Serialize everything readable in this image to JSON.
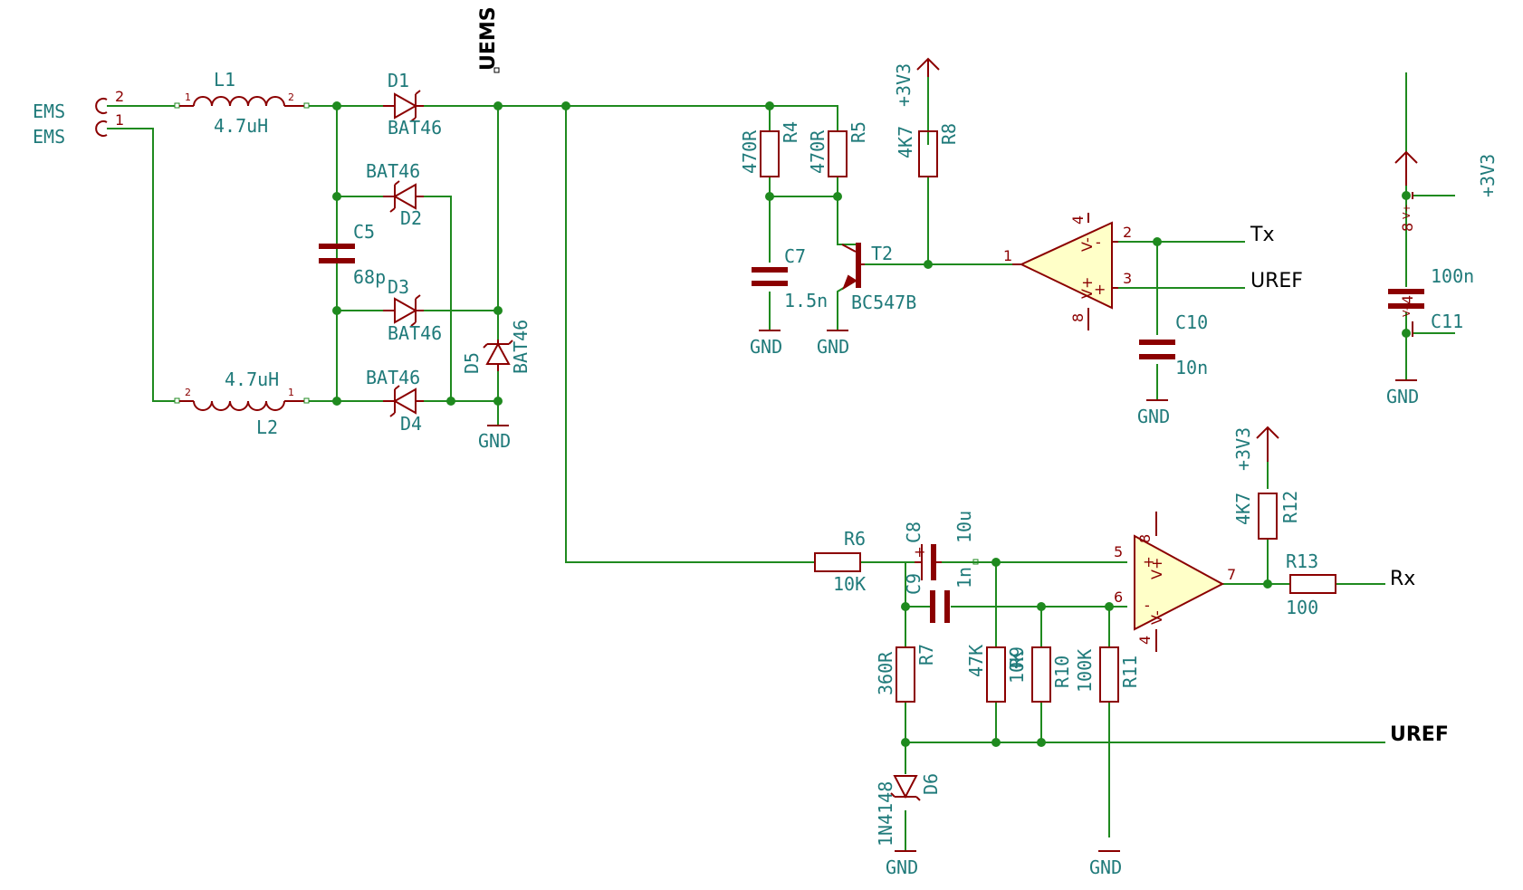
{
  "connector": {
    "net": "EMS",
    "pin2": "2",
    "pin1": "1"
  },
  "L1": {
    "ref": "L1",
    "value": "4.7uH",
    "p1": "1",
    "p2": "2"
  },
  "L2": {
    "ref": "L2",
    "value": "4.7uH",
    "p1": "2",
    "p2": "1"
  },
  "D1": {
    "ref": "D1",
    "value": "BAT46"
  },
  "D2": {
    "ref": "D2",
    "value": "BAT46"
  },
  "D3": {
    "ref": "D3",
    "value": "BAT46"
  },
  "D4": {
    "ref": "D4",
    "value": "BAT46"
  },
  "D5": {
    "ref": "D5",
    "value": "BAT46"
  },
  "D6": {
    "ref": "D6",
    "value": "1N4148"
  },
  "C5": {
    "ref": "C5",
    "value": "68p"
  },
  "C7": {
    "ref": "C7",
    "value": "1.5n"
  },
  "C8": {
    "ref": "C8",
    "value": "10u"
  },
  "C9": {
    "ref": "C9",
    "value": "1n"
  },
  "C10": {
    "ref": "C10",
    "value": "10n"
  },
  "C11": {
    "ref": "C11",
    "value": "100n"
  },
  "R4": {
    "ref": "R4",
    "value": "470R"
  },
  "R5": {
    "ref": "R5",
    "value": "470R"
  },
  "R6": {
    "ref": "R6",
    "value": "10K"
  },
  "R7": {
    "ref": "R7",
    "value": "360R"
  },
  "R8": {
    "ref": "R8",
    "value": "4K7"
  },
  "R9": {
    "ref": "R9",
    "value": "47K"
  },
  "R10": {
    "ref": "R10",
    "value": "10K"
  },
  "R11": {
    "ref": "R11",
    "value": "100K"
  },
  "R12": {
    "ref": "R12",
    "value": "4K7"
  },
  "R13": {
    "ref": "R13",
    "value": "100"
  },
  "T2": {
    "ref": "T2",
    "value": "BC547B"
  },
  "U1": {
    "pin1": "1",
    "pin2": "2",
    "pin3": "3",
    "pin4": "4",
    "pin8": "8",
    "vminus": "V-",
    "vplus": "V+",
    "minus": "-",
    "plus": "+"
  },
  "U2": {
    "pin5": "5",
    "pin6": "6",
    "pin7": "7",
    "pin4": "4",
    "pin8": "8",
    "vminus": "V-",
    "vplus": "V+",
    "minus": "-",
    "plus": "+"
  },
  "U3": {
    "vplus": "V+",
    "pin8": "8",
    "vminus": "V-",
    "pin4": "4"
  },
  "nets": {
    "uems": "UEMS",
    "tx": "Tx",
    "uref1": "UREF",
    "uref2": "UREF",
    "rx": "Rx",
    "gnd": "GND",
    "v33": "+3V3"
  },
  "colors": {
    "wire": "#1f8a1f",
    "component": "#8b0000",
    "text": "#1f7a7a",
    "opamp_fill": "#ffffc8"
  }
}
